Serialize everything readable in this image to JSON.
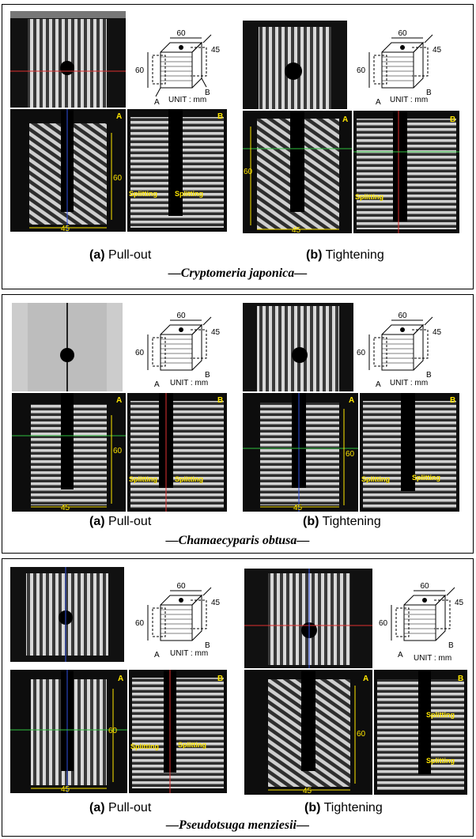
{
  "panels": [
    {
      "species": "—Cryptomeria japonica—",
      "cases": [
        {
          "letter": "(a)",
          "label": "Pull-out",
          "depth": "60",
          "width": "45",
          "section_a": "A",
          "section_b": "B",
          "splits": [
            "Splitting",
            "Splitting"
          ]
        },
        {
          "letter": "(b)",
          "label": "Tightening",
          "depth": "60",
          "width": "45",
          "section_a": "A",
          "section_b": "B",
          "splits": [
            "Splitting"
          ]
        }
      ]
    },
    {
      "species": "—Chamaecyparis obtusa—",
      "cases": [
        {
          "letter": "(a)",
          "label": "Pull-out",
          "depth": "60",
          "width": "45",
          "section_a": "A",
          "section_b": "B",
          "splits": [
            "Splitting",
            "Splitting"
          ]
        },
        {
          "letter": "(b)",
          "label": "Tightening",
          "depth": "60",
          "width": "45",
          "section_a": "A",
          "section_b": "B",
          "splits": [
            "Splitting",
            "Splitting"
          ]
        }
      ]
    },
    {
      "species": "—Pseudotsuga menziesii—",
      "cases": [
        {
          "letter": "(a)",
          "label": "Pull-out",
          "depth": "60",
          "width": "45",
          "section_a": "A",
          "section_b": "B",
          "splits": [
            "Splitting",
            "Splitting"
          ]
        },
        {
          "letter": "(b)",
          "label": "Tightening",
          "depth": "60",
          "width": "45",
          "section_a": "A",
          "section_b": "B",
          "splits": [
            "Splitting",
            "Splitting"
          ]
        }
      ]
    }
  ],
  "diagram": {
    "dim_top": "60",
    "dim_side": "45",
    "dim_left": "60",
    "label_a": "A",
    "label_b": "B",
    "unit": "UNIT : mm"
  }
}
